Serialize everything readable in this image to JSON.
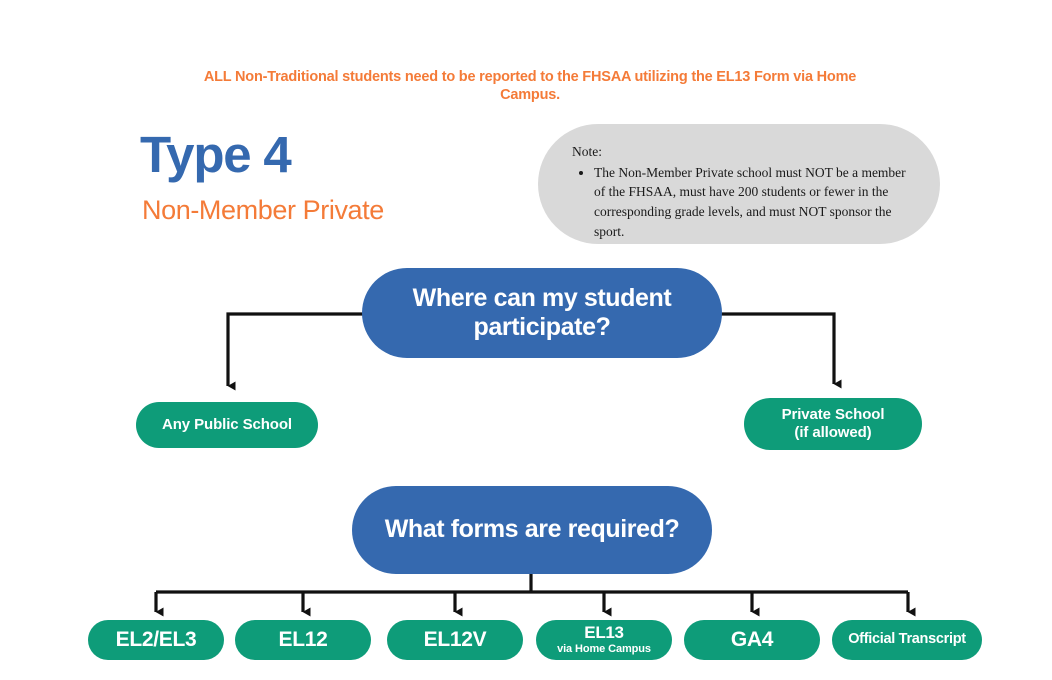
{
  "banner": {
    "text": "ALL Non-Traditional students need to be reported to the FHSAA utilizing the EL13 Form via Home Campus."
  },
  "title": {
    "main": "Type 4",
    "sub": "Non-Member Private"
  },
  "note": {
    "label": "Note:",
    "bullets": [
      "The Non-Member Private school must NOT be a member of the FHSAA, must have 200 students or fewer in the corresponding grade levels, and must NOT sponsor the sport."
    ]
  },
  "flow": {
    "question1": "Where can my student participate?",
    "options": [
      {
        "line1": "Any Public School",
        "line2": ""
      },
      {
        "line1": "Private School",
        "line2": "(if allowed)"
      }
    ],
    "question2": "What forms are required?",
    "forms": [
      {
        "main": "EL2/EL3",
        "sub": ""
      },
      {
        "main": "EL12",
        "sub": ""
      },
      {
        "main": "EL12V",
        "sub": ""
      },
      {
        "main": "EL13",
        "sub": "via Home Campus"
      },
      {
        "main": "GA4",
        "sub": ""
      },
      {
        "main": "Official Transcript",
        "sub": ""
      }
    ]
  },
  "colors": {
    "blue": "#3569AF",
    "green": "#0E9C79",
    "orange": "#F47B38",
    "note_bg": "#D9D9D9",
    "line": "#111111",
    "page_bg": "#FFFFFF"
  }
}
